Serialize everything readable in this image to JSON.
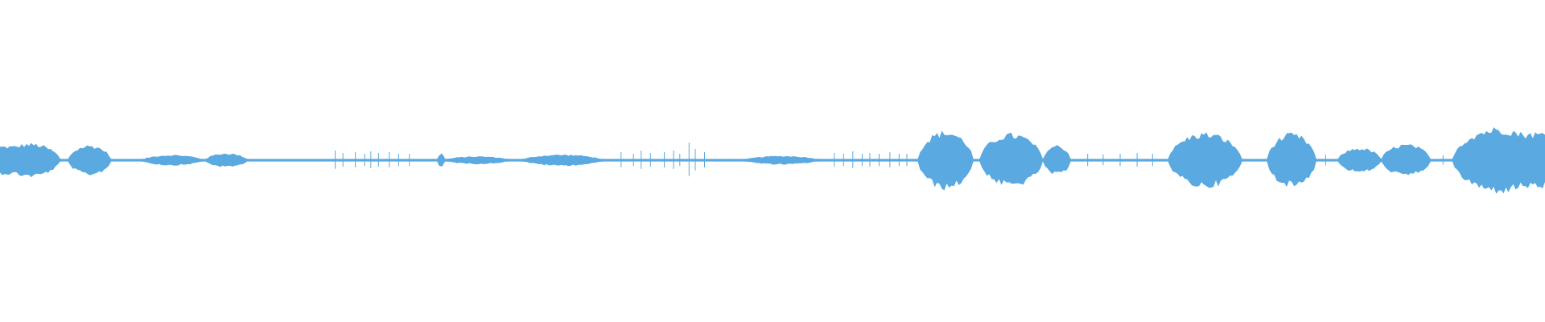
{
  "waveform": {
    "color": "#5aa9e0",
    "amplitude_range": [
      -1,
      1
    ],
    "duration_fraction_range": [
      0,
      1
    ],
    "baseline_level": 0.008,
    "segments": [
      {
        "start": 0.0,
        "end": 0.039,
        "peak": 0.095
      },
      {
        "start": 0.044,
        "end": 0.072,
        "peak": 0.085
      },
      {
        "start": 0.092,
        "end": 0.131,
        "peak": 0.03
      },
      {
        "start": 0.133,
        "end": 0.16,
        "peak": 0.04
      },
      {
        "start": 0.283,
        "end": 0.288,
        "peak": 0.038
      },
      {
        "start": 0.288,
        "end": 0.33,
        "peak": 0.022
      },
      {
        "start": 0.338,
        "end": 0.39,
        "peak": 0.032
      },
      {
        "start": 0.482,
        "end": 0.53,
        "peak": 0.025
      },
      {
        "start": 0.594,
        "end": 0.63,
        "peak": 0.165
      },
      {
        "start": 0.634,
        "end": 0.675,
        "peak": 0.15
      },
      {
        "start": 0.675,
        "end": 0.693,
        "peak": 0.085
      },
      {
        "start": 0.756,
        "end": 0.804,
        "peak": 0.155
      },
      {
        "start": 0.82,
        "end": 0.852,
        "peak": 0.15
      },
      {
        "start": 0.866,
        "end": 0.894,
        "peak": 0.07
      },
      {
        "start": 0.894,
        "end": 0.926,
        "peak": 0.09
      },
      {
        "start": 0.94,
        "end": 1.0,
        "peak": 0.185
      }
    ],
    "spikes": [
      {
        "pos": 0.217,
        "peak": 0.06
      },
      {
        "pos": 0.222,
        "peak": 0.045
      },
      {
        "pos": 0.23,
        "peak": 0.05
      },
      {
        "pos": 0.236,
        "peak": 0.04
      },
      {
        "pos": 0.24,
        "peak": 0.055
      },
      {
        "pos": 0.245,
        "peak": 0.045
      },
      {
        "pos": 0.252,
        "peak": 0.05
      },
      {
        "pos": 0.258,
        "peak": 0.04
      },
      {
        "pos": 0.265,
        "peak": 0.04
      },
      {
        "pos": 0.402,
        "peak": 0.05
      },
      {
        "pos": 0.41,
        "peak": 0.04
      },
      {
        "pos": 0.415,
        "peak": 0.06
      },
      {
        "pos": 0.421,
        "peak": 0.045
      },
      {
        "pos": 0.43,
        "peak": 0.05
      },
      {
        "pos": 0.436,
        "peak": 0.06
      },
      {
        "pos": 0.44,
        "peak": 0.04
      },
      {
        "pos": 0.446,
        "peak": 0.11
      },
      {
        "pos": 0.45,
        "peak": 0.07
      },
      {
        "pos": 0.456,
        "peak": 0.05
      },
      {
        "pos": 0.54,
        "peak": 0.045
      },
      {
        "pos": 0.546,
        "peak": 0.04
      },
      {
        "pos": 0.552,
        "peak": 0.055
      },
      {
        "pos": 0.558,
        "peak": 0.04
      },
      {
        "pos": 0.563,
        "peak": 0.045
      },
      {
        "pos": 0.569,
        "peak": 0.04
      },
      {
        "pos": 0.576,
        "peak": 0.05
      },
      {
        "pos": 0.582,
        "peak": 0.04
      },
      {
        "pos": 0.587,
        "peak": 0.04
      },
      {
        "pos": 0.704,
        "peak": 0.04
      },
      {
        "pos": 0.714,
        "peak": 0.035
      },
      {
        "pos": 0.725,
        "peak": 0.04
      },
      {
        "pos": 0.736,
        "peak": 0.045
      },
      {
        "pos": 0.746,
        "peak": 0.04
      },
      {
        "pos": 0.858,
        "peak": 0.035
      },
      {
        "pos": 0.934,
        "peak": 0.03
      }
    ]
  }
}
